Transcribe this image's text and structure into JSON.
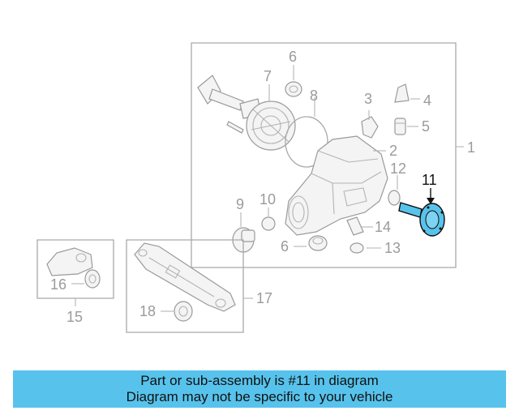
{
  "diagram": {
    "labels": {
      "l1": "1",
      "l2": "2",
      "l3": "3",
      "l4": "4",
      "l5": "5",
      "l6a": "6",
      "l6b": "6",
      "l7": "7",
      "l8": "8",
      "l9": "9",
      "l10": "10",
      "l11": "11",
      "l12": "12",
      "l13": "13",
      "l14": "14",
      "l15": "15",
      "l16": "16",
      "l17": "17",
      "l18": "18"
    },
    "highlight_color": "#57c3ec",
    "line_color": "#a9a9a9"
  },
  "banner": {
    "line1": "Part or sub-assembly is #11 in diagram",
    "line2": "Diagram may not be specific to your vehicle",
    "background": "#57c3ec"
  }
}
